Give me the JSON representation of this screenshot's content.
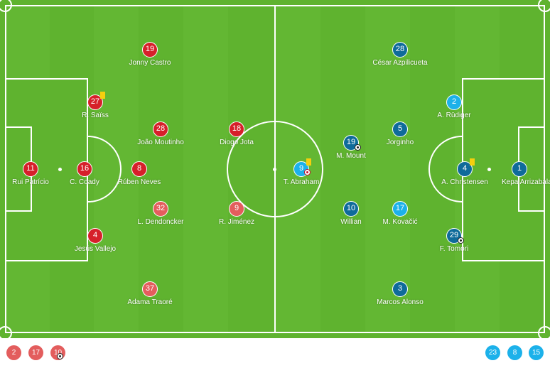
{
  "colors": {
    "home_red": "#d6202a",
    "home_light_red": "#e35d5d",
    "away_dark": "#0f6b9a",
    "away_light": "#1cb1ea",
    "card_yellow": "#f5cf0e"
  },
  "home": {
    "players": [
      {
        "number": "11",
        "name": "Rui Patrício",
        "color": "red"
      },
      {
        "number": "16",
        "name": "C. Coady",
        "color": "red"
      },
      {
        "number": "27",
        "name": "R. Saïss",
        "color": "red",
        "yellow_card": true
      },
      {
        "number": "4",
        "name": "Jesús Vallejo",
        "color": "red"
      },
      {
        "number": "19",
        "name": "Jonny Castro",
        "color": "red"
      },
      {
        "number": "28",
        "name": "João Moutinho",
        "color": "red"
      },
      {
        "number": "8",
        "name": "Rúben Neves",
        "color": "red"
      },
      {
        "number": "32",
        "name": "L. Dendoncker",
        "color": "light"
      },
      {
        "number": "37",
        "name": "Adama Traoré",
        "color": "light"
      },
      {
        "number": "18",
        "name": "Diogo Jota",
        "color": "red"
      },
      {
        "number": "9",
        "name": "R. Jiménez",
        "color": "light"
      }
    ],
    "subs": [
      {
        "number": "2"
      },
      {
        "number": "17"
      },
      {
        "number": "10",
        "goal": true
      }
    ]
  },
  "away": {
    "players": [
      {
        "number": "1",
        "name": "Kepa Arrizabalaga",
        "color": "dark"
      },
      {
        "number": "4",
        "name": "A. Christensen",
        "color": "dark",
        "yellow_card": true
      },
      {
        "number": "2",
        "name": "A. Rüdiger",
        "color": "light"
      },
      {
        "number": "29",
        "name": "F. Tomori",
        "color": "dark",
        "goal": true
      },
      {
        "number": "28",
        "name": "César Azpilicueta",
        "color": "dark"
      },
      {
        "number": "5",
        "name": "Jorginho",
        "color": "dark"
      },
      {
        "number": "3",
        "name": "Marcos Alonso",
        "color": "dark"
      },
      {
        "number": "19",
        "name": "M. Mount",
        "color": "dark",
        "goal": true
      },
      {
        "number": "10",
        "name": "Willian",
        "color": "dark"
      },
      {
        "number": "17",
        "name": "M. Kovačić",
        "color": "light"
      },
      {
        "number": "9",
        "name": "T. Abraham",
        "color": "light",
        "yellow_card": true,
        "goal": true,
        "own_goal": true
      }
    ],
    "subs": [
      {
        "number": "23"
      },
      {
        "number": "8"
      },
      {
        "number": "15"
      }
    ]
  }
}
